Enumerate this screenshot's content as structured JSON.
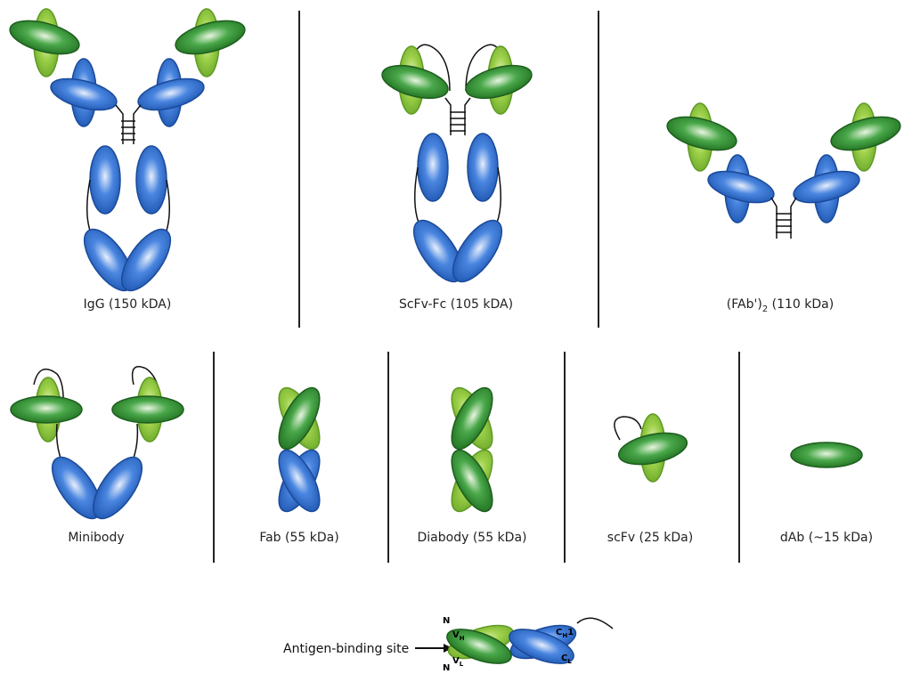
{
  "colors": {
    "heavy_green": "#2e8b2e",
    "light_green": "#8cc83c",
    "blue": "#2f6fd0",
    "linker": "#111111",
    "divider": "#222222"
  },
  "labels": {
    "igg": "IgG (150 kDA)",
    "scfv_fc": "ScFv-Fc (105 kDA)",
    "fab2_main": "(FAb')",
    "fab2_sub": "2",
    "fab2_tail": " (110 kDa)",
    "minibody": "Minibody",
    "fab": "Fab (55 kDa)",
    "diabody": "Diabody (55 kDa)",
    "scfv": "scFv (25 kDa)",
    "dab": "dAb (~15 kDa)"
  },
  "legend": {
    "antigen_binding_site": "Antigen-binding site",
    "n_top": "N",
    "n_bottom": "N",
    "vh": "V",
    "vh_sub": "H",
    "vl": "V",
    "vl_sub": "L",
    "ch1": "C",
    "ch1_sub": "H",
    "ch1_tail": "1",
    "cl": "C",
    "cl_sub": "L"
  }
}
